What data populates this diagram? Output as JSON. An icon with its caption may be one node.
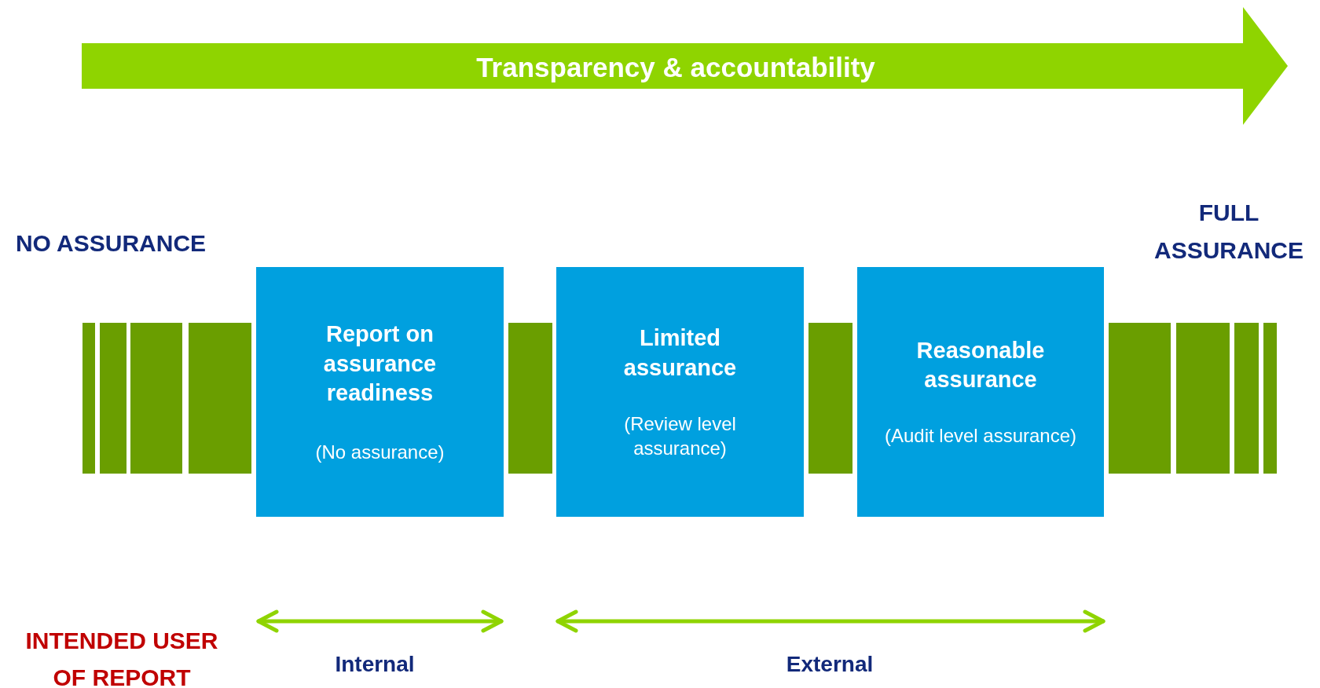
{
  "diagram": {
    "nodes": [
      {
        "text": [
          "Report on assurance readiness",
          "(No assurance)"
        ]
      },
      {
        "text": [
          "Limited assurance",
          "(Review level assurance)"
        ]
      },
      {
        "text": [
          "Reasonable assurance",
          "(Audit level assurance)"
        ]
      }
    ],
    "labels": [
      "Transparency & accountability",
      "NO ASSURANCE",
      "FULL ASSURANCE",
      "INTENDED USER OF REPORT",
      "Internal",
      "External"
    ]
  }
}
